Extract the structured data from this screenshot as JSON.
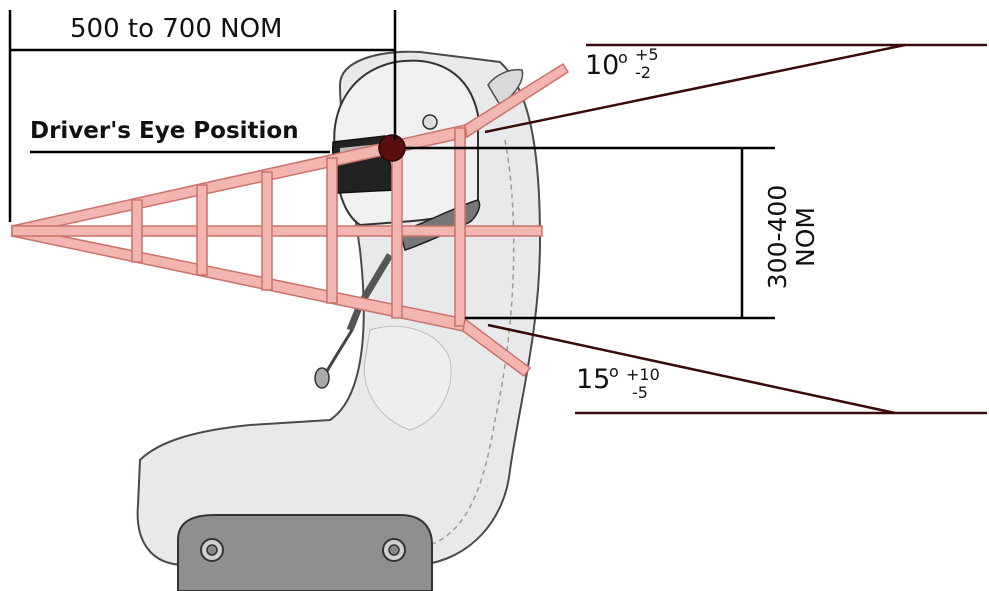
{
  "labels": {
    "horizontal_dimension": "500 to 700 NOM",
    "eye_position": "Driver's Eye Position",
    "vertical_dimension_line1": "300-400",
    "vertical_dimension_line2": "NOM"
  },
  "upper_angle": {
    "value": "10",
    "degree": "o",
    "tol_plus": "+5",
    "tol_minus": "-2"
  },
  "lower_angle": {
    "value": "15",
    "degree": "o",
    "tol_plus": "+10",
    "tol_minus": "-5"
  },
  "colors": {
    "grid_fill": "#f2b5b0",
    "grid_edge": "#c9736c",
    "eye_point": "#5a0f0f",
    "line": "#000000",
    "angle_line": "#3a0a0a",
    "seat_fill": "#e8e9ea",
    "seat_stroke": "#4a4a4a",
    "bracket_fill": "#8f8f8f"
  }
}
